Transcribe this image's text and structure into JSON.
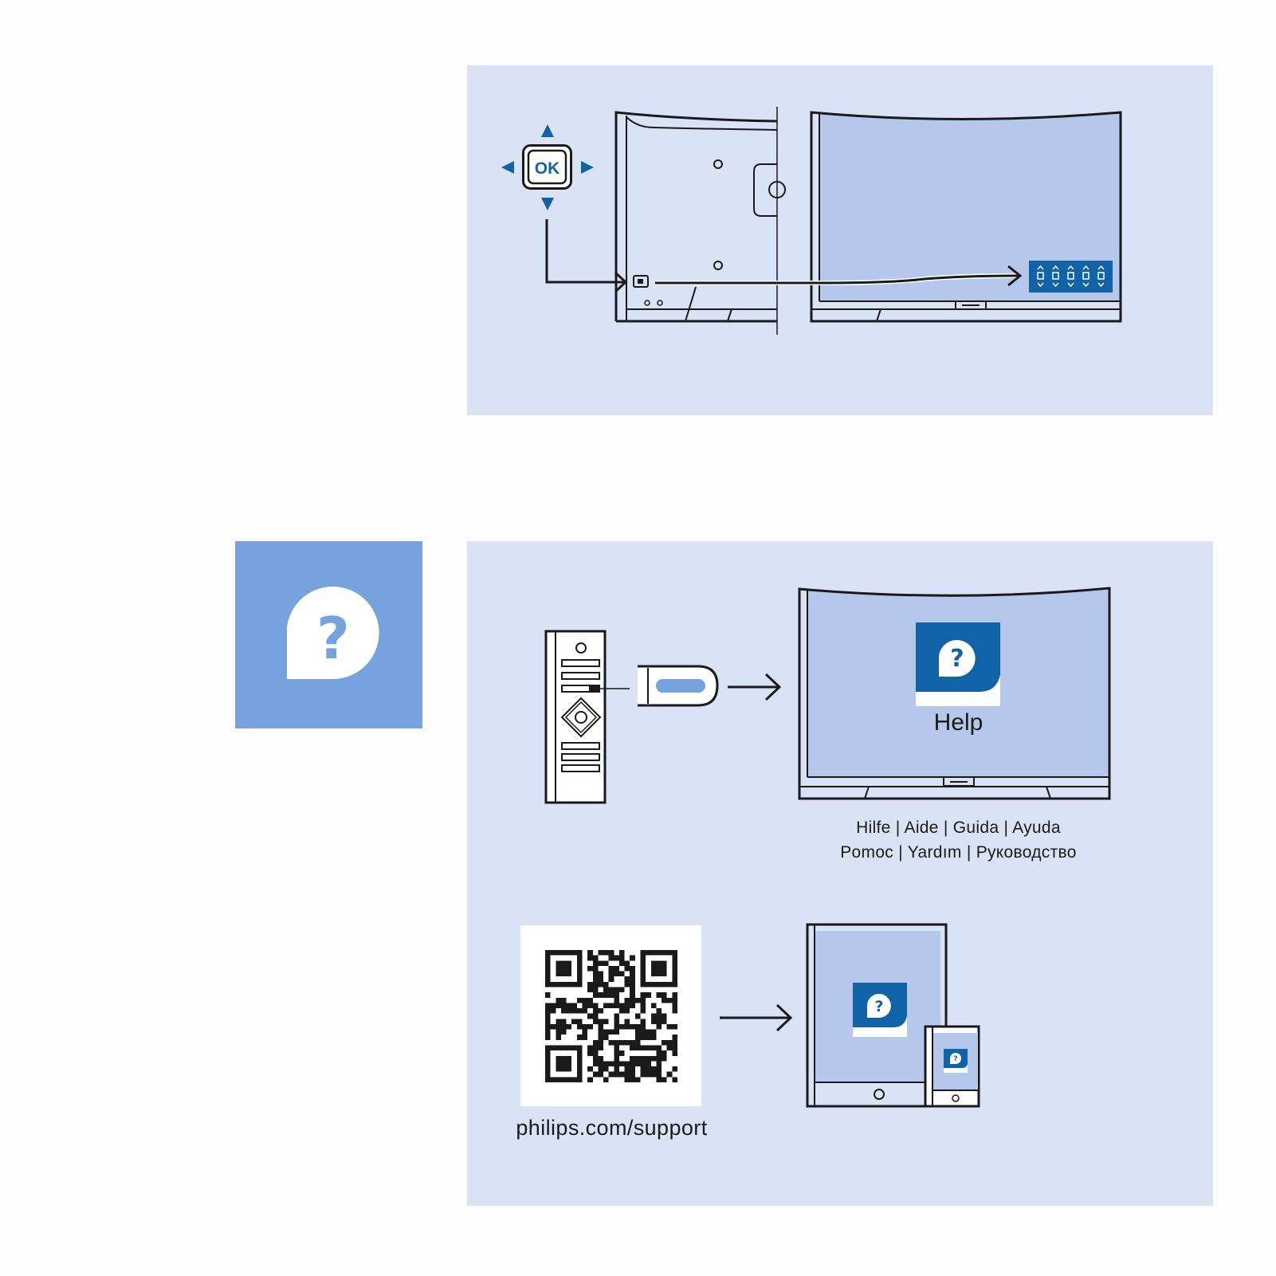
{
  "help_icon": {
    "glyph": "?",
    "tile_color": "#76a2dd"
  },
  "remote": {
    "ok_label": "OK"
  },
  "tv_menu": {
    "help_label": "Help"
  },
  "languages": {
    "line1": "Hilfe | Aide | Guida | Ayuda",
    "line2": "Pomoc | Yardım | Руководство"
  },
  "support": {
    "url": "philips.com/support"
  },
  "colors": {
    "panel": "#d9e3f5",
    "screen": "#b5c8ec",
    "brand_blue": "#0f63a6",
    "tile": "#76a2dd",
    "line": "#1a1a1a"
  }
}
